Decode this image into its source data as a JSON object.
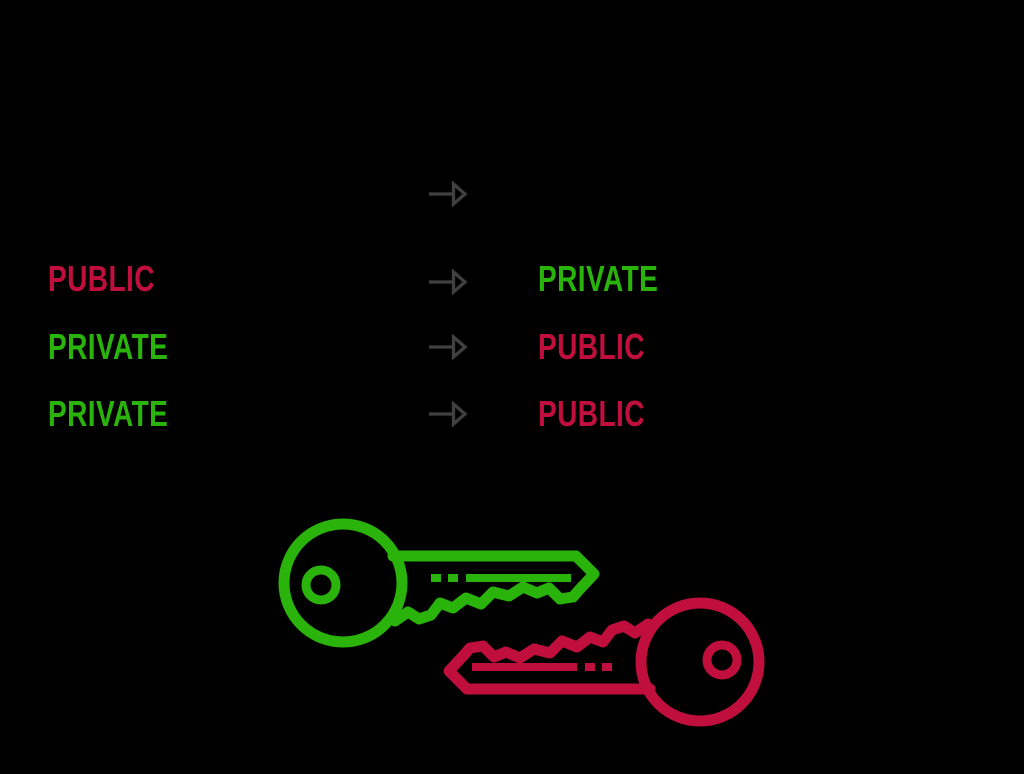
{
  "diagram": {
    "background": "#000000",
    "colors": {
      "red": "#c00f3d",
      "green": "#2ab40b",
      "arrow": "#404040"
    },
    "rows": [
      {
        "left": {
          "text": "PUBLIC",
          "color": "#c00f3d"
        },
        "right": {
          "text": "PRIVATE",
          "color": "#2ab40b"
        }
      },
      {
        "left": {
          "text": "PRIVATE",
          "color": "#2ab40b"
        },
        "right": {
          "text": "PUBLIC",
          "color": "#c00f3d"
        }
      },
      {
        "left": {
          "text": "PRIVATE",
          "color": "#2ab40b"
        },
        "right": {
          "text": "PUBLIC",
          "color": "#c00f3d"
        }
      }
    ],
    "keys": [
      {
        "name": "green key",
        "color": "#2ab40b",
        "pointing": "right"
      },
      {
        "name": "red key",
        "color": "#c00f3d",
        "pointing": "left"
      }
    ]
  }
}
